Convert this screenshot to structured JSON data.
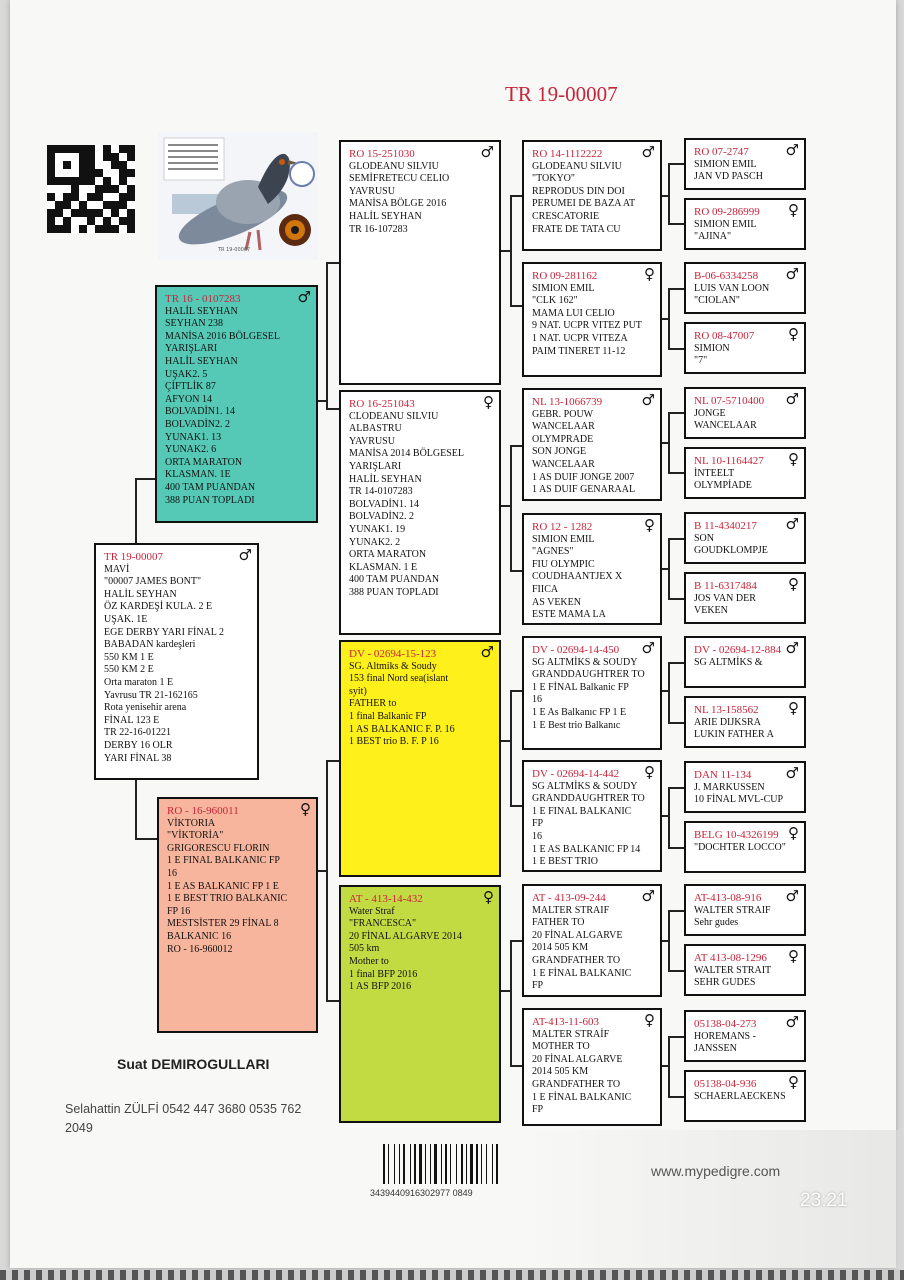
{
  "title": "TR 19-00007",
  "photo_caption": "TR 19-00007",
  "owner": "Suat DEMIROGULLARI",
  "contact": "Selahattin ZÜLFİ  0542 447 3680  0535 762 2049",
  "barcode_number": "3439440916302977 0849",
  "website": "www.mypedigre.com",
  "clock": "23:21",
  "colors": {
    "red_id": "#c8243a",
    "teal": "#55c9b6",
    "salmon": "#f8b59d",
    "yellow": "#fdf01b",
    "green": "#c3db42"
  },
  "boxes": {
    "subject": {
      "id": "TR 19-00007",
      "sex": "♂",
      "lines": [
        "MAVİ",
        "\"00007 JAMES BONT\"",
        "HALİL SEYHAN",
        "ÖZ KARDEŞİ KULA. 2 E",
        "UŞAK. 1E",
        "EGE DERBY YARI FİNAL 2",
        "BABADAN kardeşleri",
        "550 KM 1 E",
        "550 KM 2 E",
        "Orta maraton 1 E",
        "Yavrusu TR 21-162165",
        "Rota yenisehir arena",
        "FİNAL 123 E",
        "TR 22-16-01221",
        "DERBY 16 OLR",
        "YARI FİNAL 38"
      ]
    },
    "sire": {
      "id": "TR 16 - 0107283",
      "sex": "♂",
      "lines": [
        "HALİL SEYHAN",
        "SEYHAN 238",
        "MANİSA 2016 BÖLGESEL",
        "YARIŞLARI",
        "HALİL SEYHAN",
        "UŞAK2. 5",
        "ÇİFTLİK 87",
        "AFYON 14",
        "BOLVADİN1. 14",
        "BOLVADİN2. 2",
        "YUNAK1. 13",
        "YUNAK2. 6",
        "ORTA MARATON",
        "KLASMAN. 1E",
        "400 TAM PUANDAN",
        "388 PUAN TOPLADI"
      ]
    },
    "dam": {
      "id": "RO - 16-960011",
      "sex": "♀",
      "lines": [
        "VİKTORIA",
        "\"VİKTORİA\"",
        "GRIGORESCU FLORIN",
        "1 E FINAL BALKANIC FP",
        "16",
        "1 E AS BALKANIC FP 1 E",
        "1 E BEST TRIO BALKANIC",
        "FP 16",
        "MESTSİSTER 29 FİNAL 8",
        "BALKANIC 16",
        "RO - 16-960012"
      ]
    },
    "ss": {
      "id": "RO 15-251030",
      "sex": "♂",
      "lines": [
        "GLODEANU SILVIU",
        "SEMİFRETECU CELIO",
        "YAVRUSU",
        "MANİSA BÖLGE 2016",
        "HALİL SEYHAN",
        "TR 16-107283"
      ]
    },
    "sd": {
      "id": "RO 16-251043",
      "sex": "♀",
      "lines": [
        "CLODEANU SILVIU",
        "ALBASTRU",
        "YAVRUSU",
        "MANİSA 2014 BÖLGESEL",
        "YARIŞLARI",
        "HALİL SEYHAN",
        "TR 14-0107283",
        "BOLVADİN1. 14",
        "BOLVADİN2. 2",
        "YUNAK1. 19",
        "YUNAK2. 2",
        "ORTA MARATON",
        "KLASMAN. 1 E",
        "400 TAM PUANDAN",
        "388 PUAN TOPLADI"
      ]
    },
    "ds": {
      "id": "DV - 02694-15-123",
      "sex": "♂",
      "lines": [
        "SG. Altmiks & Soudy",
        "153 final Nord sea(islant",
        "syit)",
        "FATHER to",
        "1 final Balkanic FP",
        "1 AS BALKANIC F. P. 16",
        "1 BEST trio B. F. P 16"
      ]
    },
    "dd": {
      "id": "AT - 413-14-432",
      "sex": "♀",
      "lines": [
        "Water Straf",
        "\"FRANCESCA\"",
        "20 FİNAL ALGARVE 2014",
        "505 km",
        "Mother to",
        "1 final BFP 2016",
        "1 AS BFP 2016"
      ]
    },
    "sss": {
      "id": "RO 14-1112222",
      "sex": "♂",
      "lines": [
        "GLODEANU SILVIU",
        "\"TOKYO\"",
        "REPRODUS DIN DOI",
        "PERUMEI DE BAZA AT",
        "CRESCATORIE",
        "FRATE DE TATA CU"
      ]
    },
    "ssd": {
      "id": "RO 09-281162",
      "sex": "♀",
      "lines": [
        "SIMION EMIL",
        "\"CLK 162\"",
        "MAMA LUI CELIO",
        "9 NAT. UCPR VITEZ PUT",
        "1 NAT. UCPR VITEZA",
        "PAIM TINERET 11-12"
      ]
    },
    "sds": {
      "id": "NL 13-1066739",
      "sex": "♂",
      "lines": [
        "GEBR. POUW",
        "WANCELAAR",
        "OLYMPRADE",
        "SON JONGE",
        "WANCELAAR",
        "1 AS DUIF JONGE 2007",
        "1 AS DUIF GENARAAL"
      ]
    },
    "sdd": {
      "id": "RO 12 - 1282",
      "sex": "♀",
      "lines": [
        "SIMION EMIL",
        "\"AGNES\"",
        "FIU OLYMPIC",
        "COUDHAANTJEX X",
        "FIICA",
        "AS VEKEN",
        "ESTE MAMA LA"
      ]
    },
    "dss": {
      "id": "DV - 02694-14-450",
      "sex": "♂",
      "lines": [
        "SG ALTMİKS & SOUDY",
        "GRANDDAUGHTRER TO",
        "1 E FİNAL Balkanic FP",
        "16",
        "1 E As Balkanıc FP 1 E",
        "1 E Best trio Balkanıc"
      ]
    },
    "dsd": {
      "id": "DV - 02694-14-442",
      "sex": "♀",
      "lines": [
        "SG ALTMİKS & SOUDY",
        "GRANDDAUGHTRER TO",
        "1 E FINAL BALKANIC",
        "FP",
        "16",
        "1 E AS BALKANIC FP 14",
        "1 E BEST TRIO"
      ]
    },
    "dds": {
      "id": "AT - 413-09-244",
      "sex": "♂",
      "lines": [
        "MALTER STRAIF",
        "FATHER TO",
        "20 FİNAL ALGARVE",
        "2014  505 KM",
        "GRANDFATHER TO",
        "1 E FİNAL BALKANIC",
        "FP"
      ]
    },
    "ddd": {
      "id": "AT-413-11-603",
      "sex": "♀",
      "lines": [
        "MALTER STRAİF",
        "MOTHER TO",
        "20 FİNAL ALGARVE",
        "2014  505 KM",
        "GRANDFATHER TO",
        "1 E FİNAL BALKANIC",
        "FP"
      ]
    },
    "g1": {
      "id": "RO 07-2747",
      "sex": "♂",
      "lines": [
        "SIMION EMIL",
        "JAN VD PASCH"
      ]
    },
    "g2": {
      "id": "RO 09-286999",
      "sex": "♀",
      "lines": [
        "SIMION EMIL",
        "\"AJINA\""
      ]
    },
    "g3": {
      "id": "B-06-6334258",
      "sex": "♂",
      "lines": [
        "LUIS VAN LOON",
        "\"CIOLAN\""
      ]
    },
    "g4": {
      "id": "RO 08-47007",
      "sex": "♀",
      "lines": [
        "SIMION",
        "\"7\""
      ]
    },
    "g5": {
      "id": "NL 07-5710400",
      "sex": "♂",
      "lines": [
        "JONGE",
        "WANCELAAR"
      ]
    },
    "g6": {
      "id": "NL 10-1164427",
      "sex": "♀",
      "lines": [
        "İNTEELT",
        "OLYMPİADE"
      ]
    },
    "g7": {
      "id": "B 11-4340217",
      "sex": "♂",
      "lines": [
        "SON",
        "GOUDKLOMPJE"
      ]
    },
    "g8": {
      "id": "B 11-6317484",
      "sex": "♀",
      "lines": [
        "JOS VAN DER",
        "VEKEN"
      ]
    },
    "g9": {
      "id": "DV - 02694-12-884",
      "sex": "♂",
      "lines": [
        "SG ALTMİKS &"
      ]
    },
    "g10": {
      "id": "NL 13-158562",
      "sex": "♀",
      "lines": [
        "ARIE DIJKSRA",
        "LUKIN FATHER A"
      ]
    },
    "g11": {
      "id": "DAN 11-134",
      "sex": "♂",
      "lines": [
        "J. MARKUSSEN",
        "10 FİNAL MVL-CUP"
      ]
    },
    "g12": {
      "id": "BELG 10-4326199",
      "sex": "♀",
      "lines": [
        "\"DOCHTER LOCCO\""
      ]
    },
    "g13": {
      "id": "AT-413-08-916",
      "sex": "♂",
      "lines": [
        "WALTER STRAIF",
        "Sehr gudes"
      ]
    },
    "g14": {
      "id": "AT 413-08-1296",
      "sex": "♀",
      "lines": [
        "WALTER STRAIT",
        "SEHR GUDES"
      ]
    },
    "g15": {
      "id": "05138-04-273",
      "sex": "♂",
      "lines": [
        "HOREMANS -",
        "JANSSEN"
      ]
    },
    "g16": {
      "id": "05138-04-936",
      "sex": "♀",
      "lines": [
        "SCHAERLAECKENS"
      ]
    }
  }
}
